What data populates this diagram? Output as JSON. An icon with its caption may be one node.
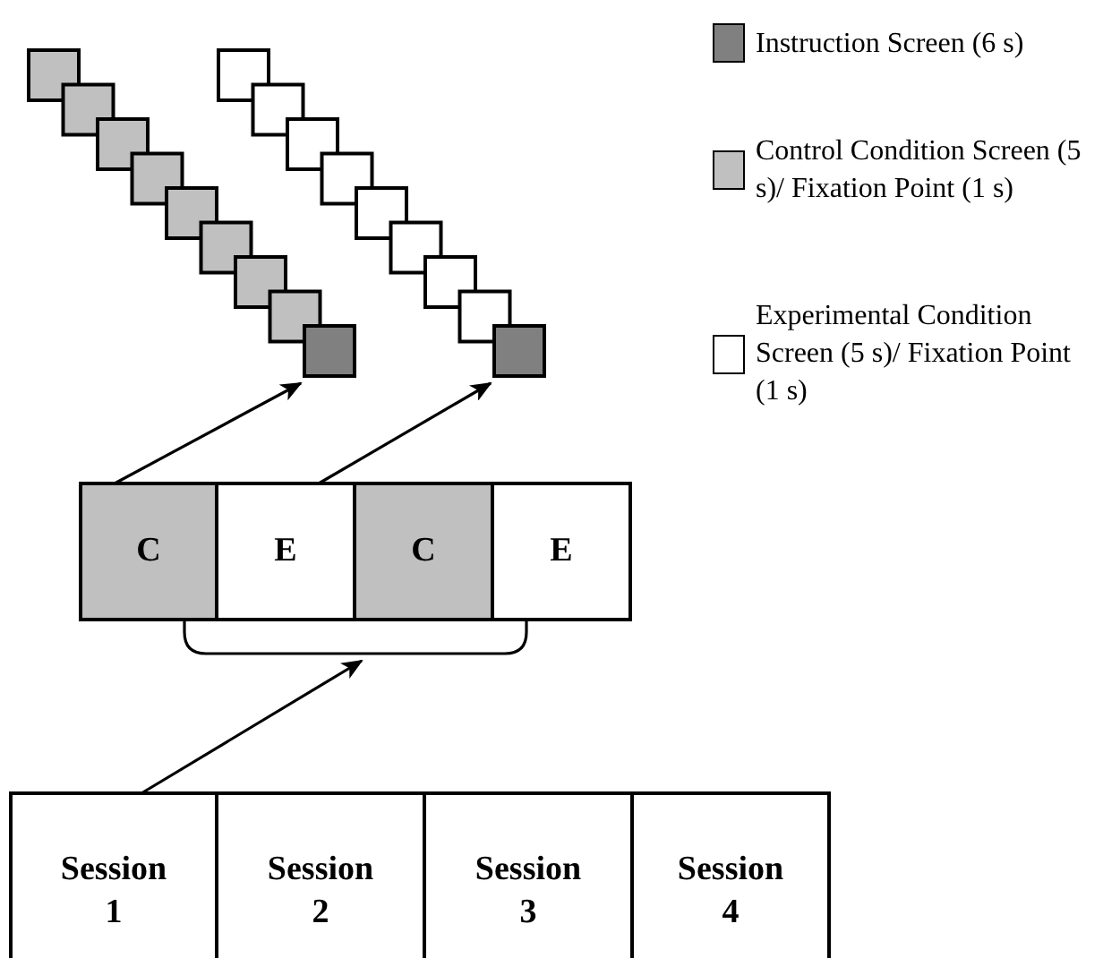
{
  "diagram": {
    "nodes": [
      {
        "text": [],
        "shape": "picture"
      },
      {
        "text": [],
        "shape": "picture"
      },
      {
        "text": [
          "C"
        ]
      },
      {
        "text": [
          "E"
        ]
      },
      {
        "text": [
          "C"
        ]
      },
      {
        "text": [
          "E"
        ]
      },
      {
        "text": [],
        "shape": "bracket"
      },
      {
        "text": [
          "Session 1"
        ]
      },
      {
        "text": [
          "Session 2"
        ]
      },
      {
        "text": [
          "Session 3"
        ]
      },
      {
        "text": [
          "Session 4"
        ]
      }
    ],
    "edges": [
      {
        "from": 2,
        "to": 0,
        "arrow": "to"
      },
      {
        "from": 3,
        "to": 1,
        "arrow": "to"
      },
      {
        "from": 7,
        "to": 6,
        "arrow": "to"
      }
    ],
    "legend": [
      {
        "text": "Instruction Screen (6 s)",
        "color": "#808080"
      },
      {
        "text": "Control Condition Screen (5 s)/ Fixation Point (1 s)",
        "color": "#c0c0c0"
      },
      {
        "text": "Experimental Condition Screen (5 s)/ Fixation Point (1 s)",
        "color": "#ffffff"
      }
    ]
  }
}
